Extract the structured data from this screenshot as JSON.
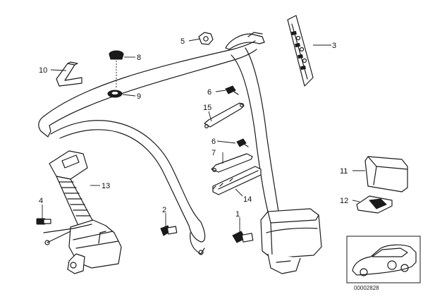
{
  "diagram": {
    "callouts": [
      "1",
      "2",
      "3",
      "4",
      "5",
      "6",
      "7",
      "8",
      "9",
      "10",
      "11",
      "12",
      "13",
      "14",
      "15"
    ],
    "doc_id": "00002828"
  }
}
